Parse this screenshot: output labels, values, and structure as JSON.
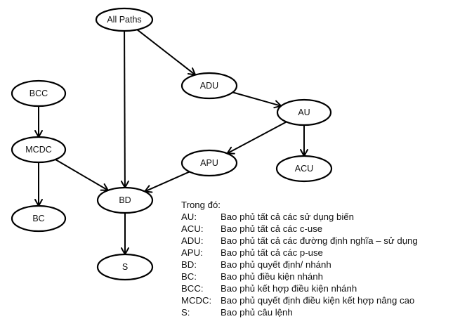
{
  "diagram": {
    "nodes": [
      {
        "id": "allpaths",
        "label": "All Paths"
      },
      {
        "id": "bcc",
        "label": "BCC"
      },
      {
        "id": "adu",
        "label": "ADU"
      },
      {
        "id": "au",
        "label": "AU"
      },
      {
        "id": "mcdc",
        "label": "MCDC"
      },
      {
        "id": "apu",
        "label": "APU"
      },
      {
        "id": "acu",
        "label": "ACU"
      },
      {
        "id": "bd",
        "label": "BD"
      },
      {
        "id": "bc",
        "label": "BC"
      },
      {
        "id": "s",
        "label": "S"
      }
    ],
    "edges": [
      {
        "from": "allpaths",
        "to": "adu"
      },
      {
        "from": "allpaths",
        "to": "bd"
      },
      {
        "from": "adu",
        "to": "au"
      },
      {
        "from": "au",
        "to": "apu"
      },
      {
        "from": "au",
        "to": "acu"
      },
      {
        "from": "apu",
        "to": "bd"
      },
      {
        "from": "bcc",
        "to": "mcdc"
      },
      {
        "from": "mcdc",
        "to": "bd"
      },
      {
        "from": "mcdc",
        "to": "bc"
      },
      {
        "from": "bd",
        "to": "s"
      }
    ]
  },
  "legend": {
    "title": "Trong đó:",
    "items": [
      {
        "key": "AU:",
        "desc": "Bao phủ tất cả các sử dụng biến"
      },
      {
        "key": "ACU:",
        "desc": "Bao phủ tất cả các c-use"
      },
      {
        "key": "ADU:",
        "desc": "Bao phủ tất cả các đường định nghĩa – sử dụng"
      },
      {
        "key": "APU:",
        "desc": "Bao phủ tất cả các p-use"
      },
      {
        "key": "BD:",
        "desc": "Bao phủ quyết định/ nhánh"
      },
      {
        "key": "BC:",
        "desc": "Bao phủ điều kiện nhánh"
      },
      {
        "key": "BCC:",
        "desc": "Bao phủ kết hợp điều kiện nhánh"
      },
      {
        "key": "MCDC:",
        "desc": "Bao phủ quyết định điều kiện kết hợp nâng cao"
      },
      {
        "key": "S:",
        "desc": "Bao phủ câu lệnh"
      }
    ]
  }
}
